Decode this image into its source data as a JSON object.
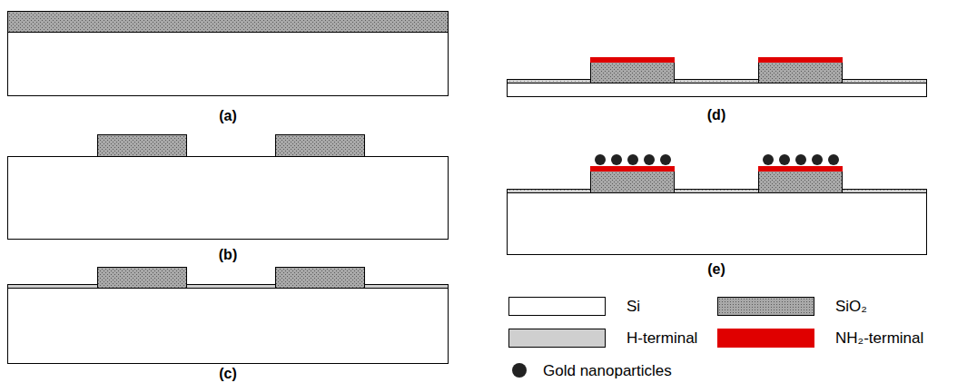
{
  "diagram": {
    "labels": [
      "(a)",
      "(b)",
      "(c)",
      "(d)",
      "(e)"
    ],
    "legend": [
      {
        "text": "Si",
        "color": "#ffffff"
      },
      {
        "text": "SiO₂",
        "color": "#a9a9a9"
      },
      {
        "text": "H-terminal",
        "color": "#cfcfcf"
      },
      {
        "text": "NH₂-terminal",
        "color": "#e00000"
      },
      {
        "text": "Gold nanoparticles"
      }
    ]
  }
}
